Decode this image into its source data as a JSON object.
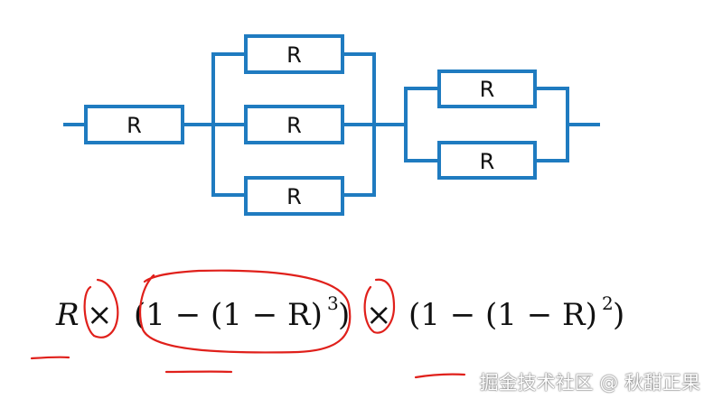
{
  "circuit": {
    "resistor_label": "R",
    "colors": {
      "wire": "#1f7bc0",
      "label": "#111111"
    }
  },
  "formula": {
    "part1": "R",
    "times": "×",
    "part2_open": "(1 − (1 − R)",
    "part2_exp": "3",
    "part2_close": ")",
    "part3_open": "(1 − (1 − R)",
    "part3_exp": "2",
    "part3_close": ")"
  },
  "annotations": {
    "color": "#e0201b"
  },
  "watermark": "掘金技术社区 @ 秋甜正果"
}
